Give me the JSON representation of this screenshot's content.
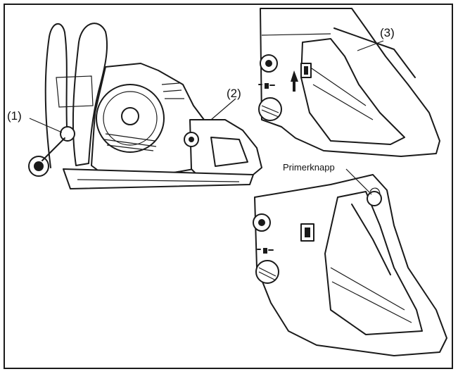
{
  "figure": {
    "callouts": {
      "c1": "(1)",
      "c2": "(2)",
      "c3": "(3)"
    },
    "primer_label": "Primerknapp",
    "icons": {
      "lock_symbol": "choke-lock-icon",
      "arrow": "push-arrow-icon"
    }
  }
}
